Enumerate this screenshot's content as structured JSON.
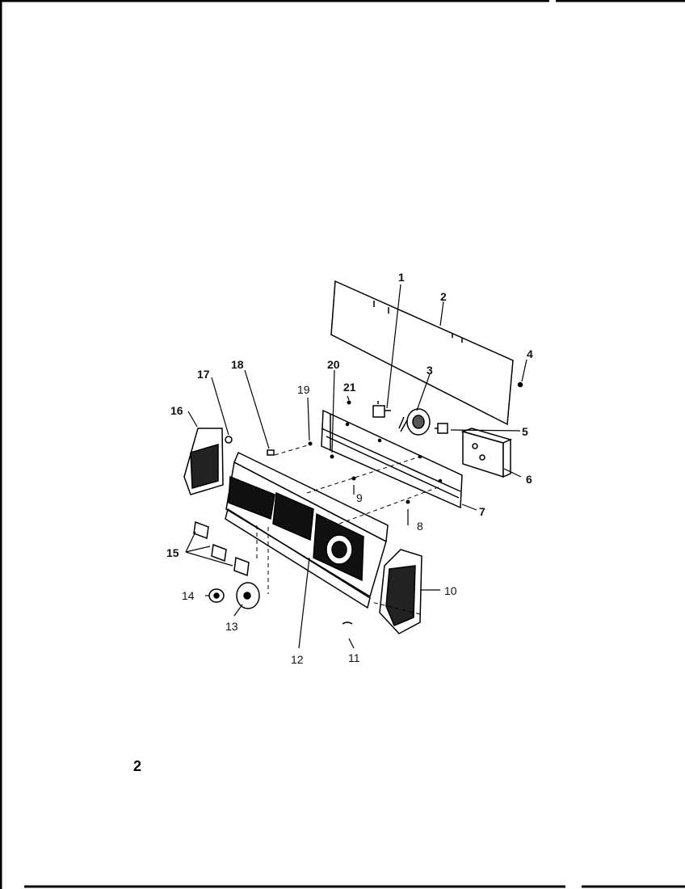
{
  "diagram": {
    "callouts": {
      "c1": "1",
      "c2": "2",
      "c3": "3",
      "c4": "4",
      "c5": "5",
      "c6": "6",
      "c7": "7",
      "c8": "8",
      "c9": "9",
      "c10": "10",
      "c11": "11",
      "c12": "12",
      "c13": "13",
      "c14": "14",
      "c15": "15",
      "c16": "16",
      "c17": "17",
      "c18": "18",
      "c19": "19",
      "c20": "20",
      "c21": "21"
    }
  },
  "page_number": "2"
}
